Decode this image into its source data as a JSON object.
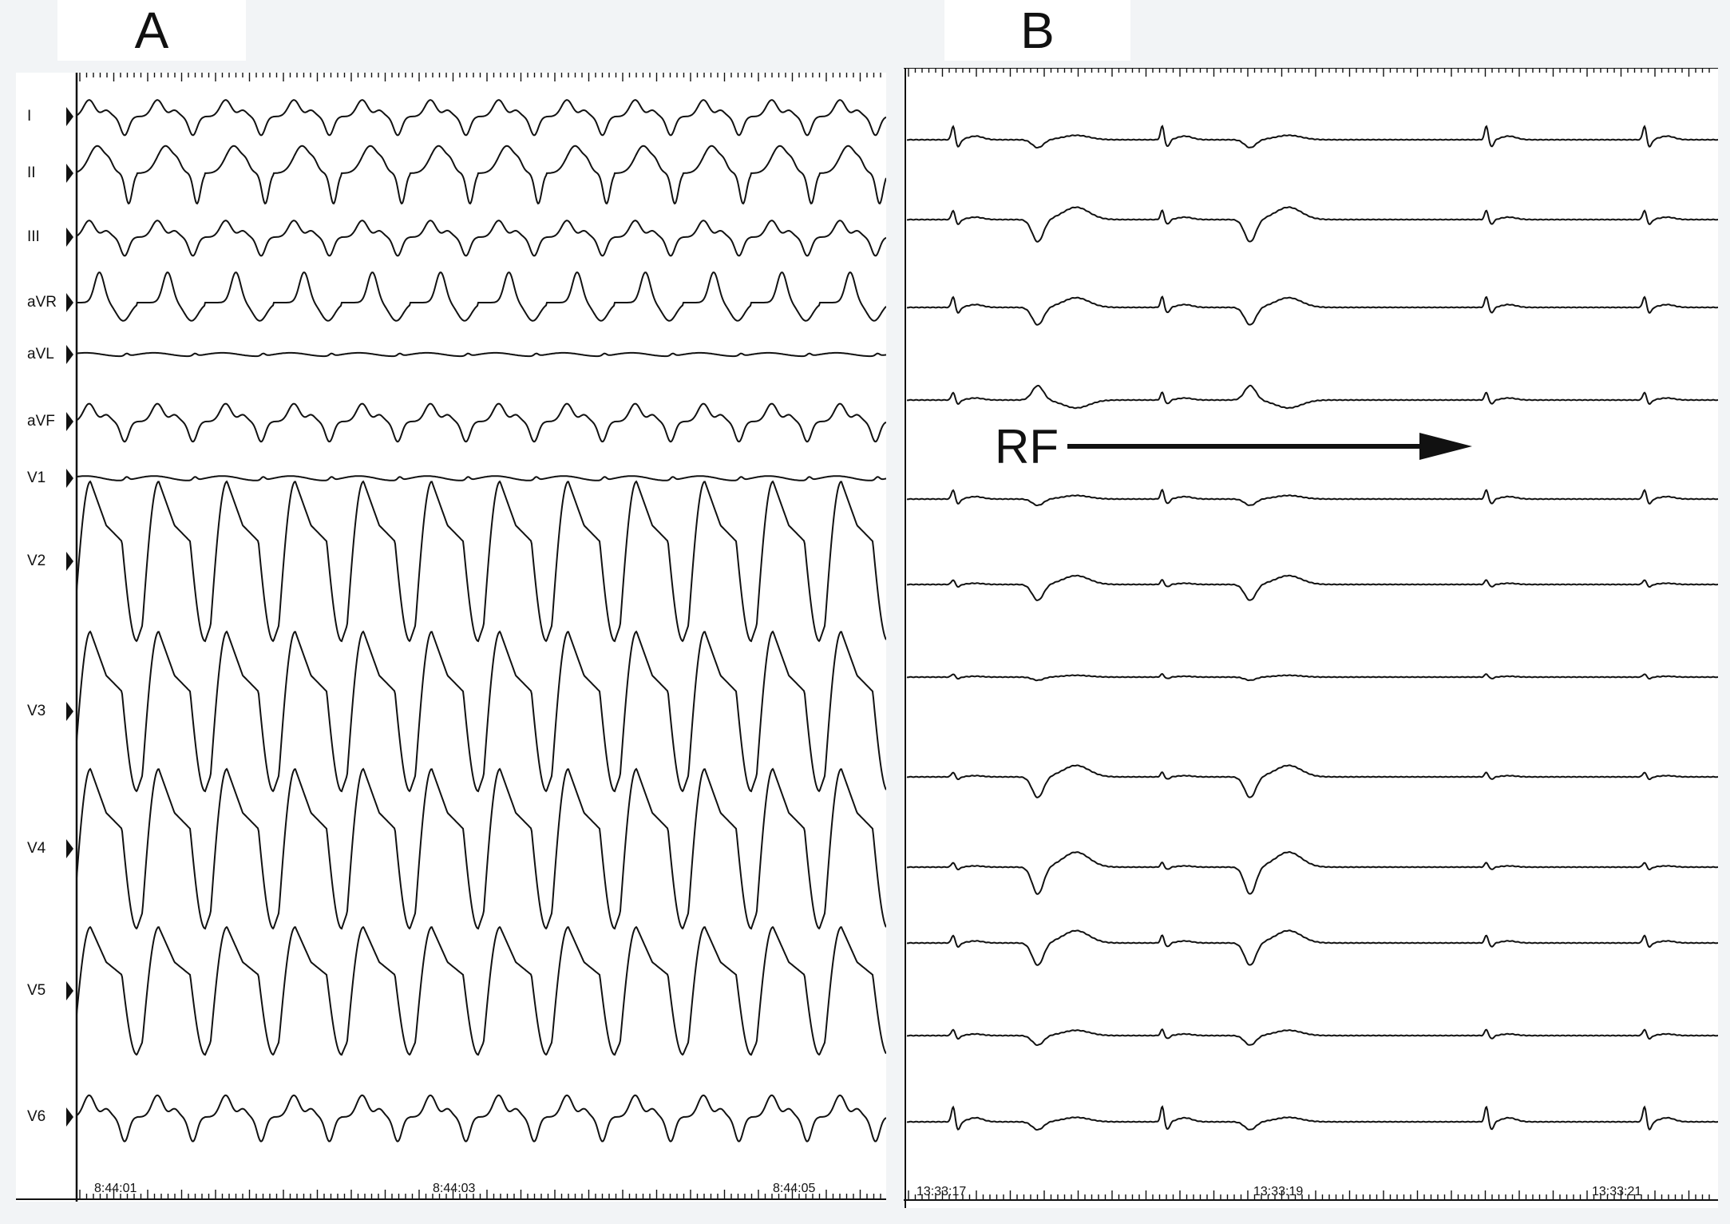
{
  "panels": {
    "a": {
      "label": "A"
    },
    "b": {
      "label": "B"
    }
  },
  "leads": [
    "I",
    "II",
    "III",
    "aVR",
    "aVL",
    "aVF",
    "V1",
    "V2",
    "V3",
    "V4",
    "V5",
    "V6"
  ],
  "timestamps": {
    "a": [
      "8:44:01",
      "8:44:03",
      "8:44:05"
    ],
    "b": [
      "13:33:17",
      "13:33:19",
      "13:33:21"
    ]
  },
  "annotation": {
    "label": "RF"
  },
  "colors": {
    "trace": "#111111",
    "background": "#ffffff",
    "page": "#f2f4f6"
  }
}
